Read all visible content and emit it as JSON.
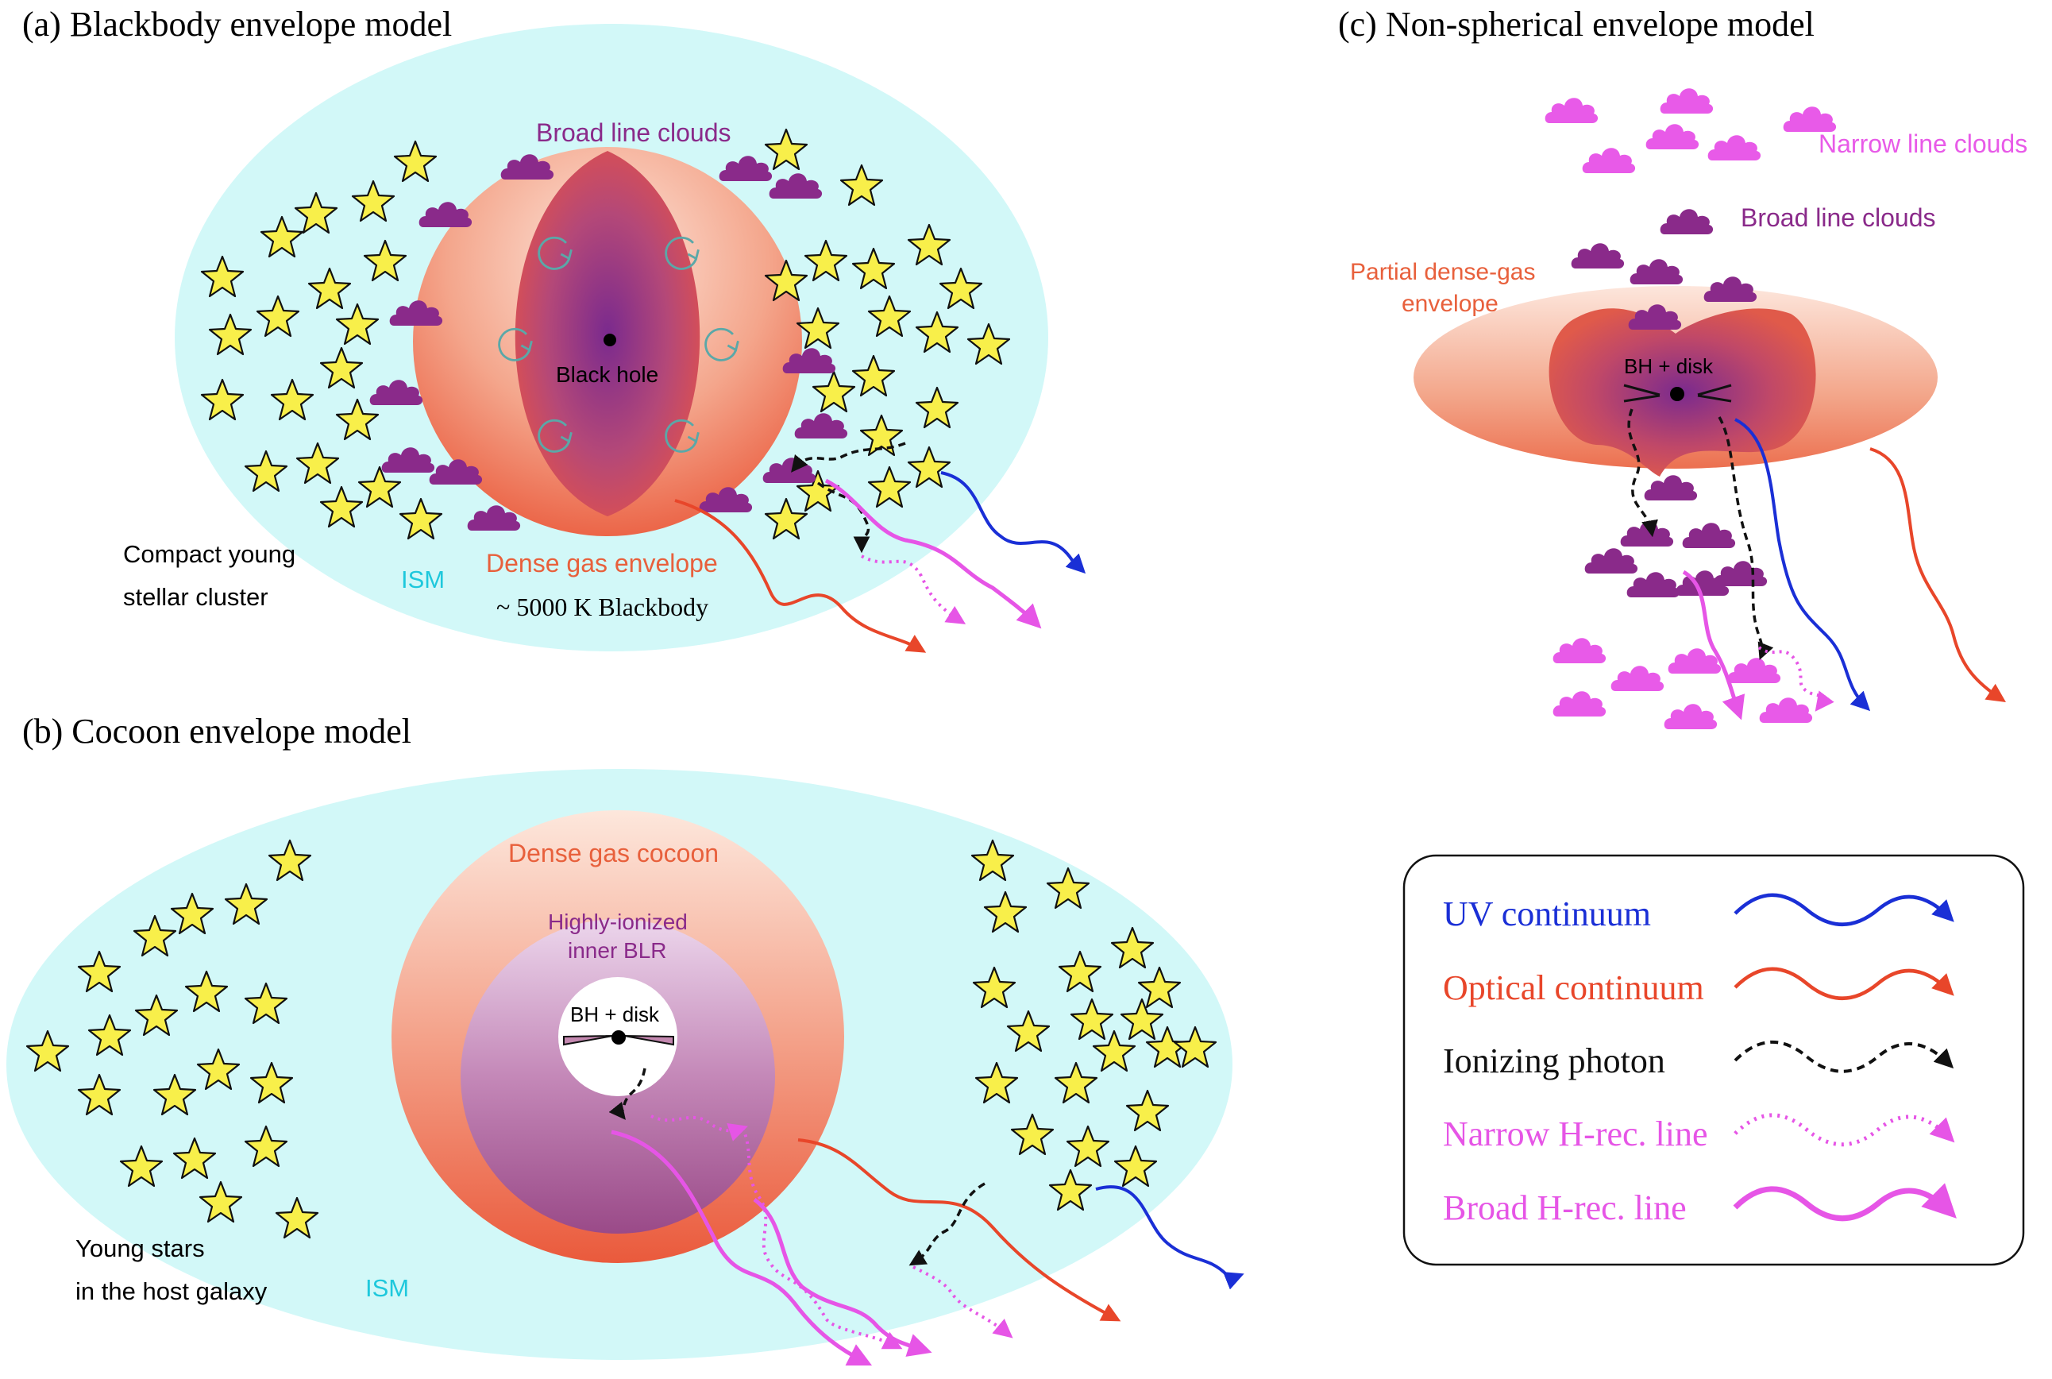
{
  "panel_a": {
    "title": "(a)  Blackbody envelope model",
    "broad_line_clouds": "Broad line clouds",
    "black_hole": "Black hole",
    "cluster_line1": "Compact young",
    "cluster_line2": "stellar cluster",
    "ism": "ISM",
    "envelope": "Dense gas envelope",
    "blackbody": "~ 5000 K Blackbody"
  },
  "panel_b": {
    "title": "(b)  Cocoon envelope model",
    "cocoon": "Dense gas cocoon",
    "inner_line1": "Highly-ionized",
    "inner_line2": "inner BLR",
    "bh_disk": "BH + disk",
    "stars_line1": "Young stars",
    "stars_line2": "in the host galaxy",
    "ism": "ISM"
  },
  "panel_c": {
    "title": "(c)  Non-spherical envelope model",
    "narrow_line_clouds": "Narrow line clouds",
    "broad_line_clouds": "Broad line clouds",
    "envelope_line1": "Partial dense-gas",
    "envelope_line2": "envelope",
    "bh_disk": "BH + disk"
  },
  "legend": {
    "items": [
      {
        "label": "UV continuum",
        "color": "#1a2fd6",
        "style": "solid"
      },
      {
        "label": "Optical continuum",
        "color": "#e8462a",
        "style": "solid"
      },
      {
        "label": "Ionizing photon",
        "color": "#111111",
        "style": "dashed"
      },
      {
        "label": "Narrow H-rec. line",
        "color": "#e655e6",
        "style": "dotted"
      },
      {
        "label": "Broad H-rec. line",
        "color": "#e655e6",
        "style": "thick"
      }
    ]
  },
  "colors": {
    "ism": "#d2f8f8",
    "star": "#f8ef4a",
    "broad_cloud": "#8a2a8a",
    "narrow_cloud": "#e85ae8",
    "uv": "#1a2fd6",
    "optical": "#e8462a",
    "label_purple": "#8a2a8a",
    "label_orange": "#e8603c",
    "label_cyan": "#1ec8dc",
    "label_magenta": "#e85ae8"
  }
}
